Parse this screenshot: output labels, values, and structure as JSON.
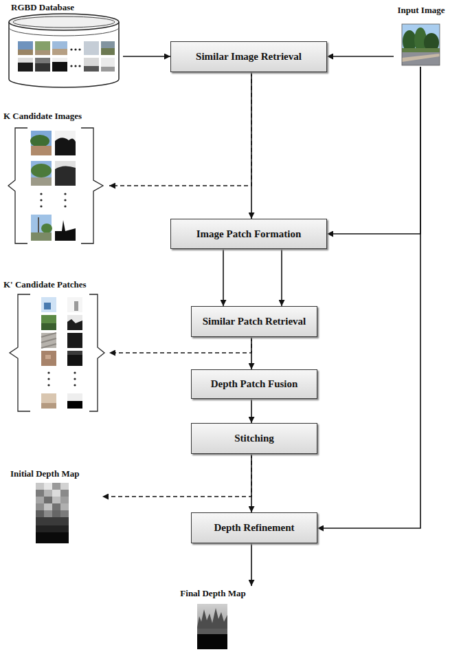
{
  "diagram": {
    "nodes": [
      {
        "text": [
          "RGBD Database"
        ]
      },
      {
        "text": [
          "Input Image"
        ]
      },
      {
        "text": [
          "Similar Image Retrieval"
        ]
      },
      {
        "text": [
          "K Candidate Images"
        ]
      },
      {
        "text": [
          "Image Patch Formation"
        ]
      },
      {
        "text": [
          "K' Candidate Patches"
        ]
      },
      {
        "text": [
          "Similar Patch Retrieval"
        ]
      },
      {
        "text": [
          "Depth Patch Fusion"
        ]
      },
      {
        "text": [
          "Initial Depth Map"
        ]
      },
      {
        "text": [
          "Stitching"
        ]
      },
      {
        "text": [
          "Depth Refinement"
        ]
      },
      {
        "text": [
          "Final Depth Map"
        ]
      }
    ],
    "edges": [
      {
        "from": 0,
        "to": 2,
        "arrow": "to"
      },
      {
        "from": 1,
        "to": 2,
        "arrow": "to"
      },
      {
        "from": 2,
        "to": 4,
        "arrow": "to"
      },
      {
        "from": 2,
        "to": 3,
        "arrow": "to"
      },
      {
        "from": 1,
        "to": 4,
        "arrow": "to"
      },
      {
        "from": 1,
        "to": 10,
        "arrow": "to"
      },
      {
        "from": 4,
        "to": 6,
        "arrow": "to"
      },
      {
        "from": 4,
        "to": 6,
        "arrow": "to"
      },
      {
        "from": 6,
        "to": 5,
        "arrow": "to"
      },
      {
        "from": 6,
        "to": 7,
        "arrow": "to"
      },
      {
        "from": 7,
        "to": 9,
        "arrow": "to"
      },
      {
        "from": 9,
        "to": 8,
        "arrow": "to"
      },
      {
        "from": 9,
        "to": 10,
        "arrow": "to"
      },
      {
        "from": 10,
        "to": 11,
        "arrow": "to"
      }
    ]
  }
}
